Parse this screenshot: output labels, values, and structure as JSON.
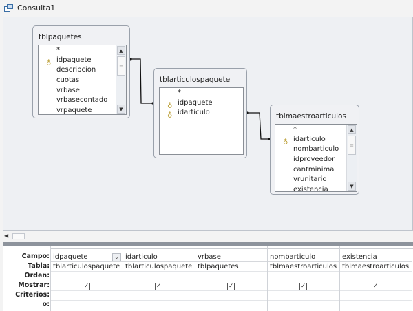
{
  "window": {
    "title": "Consulta1",
    "icon": "query-icon"
  },
  "tables": [
    {
      "name": "tblpaquetes",
      "fields": [
        {
          "name": "*",
          "key": false
        },
        {
          "name": "idpaquete",
          "key": true
        },
        {
          "name": "descripcion",
          "key": false
        },
        {
          "name": "cuotas",
          "key": false
        },
        {
          "name": "vrbase",
          "key": false
        },
        {
          "name": "vrbasecontado",
          "key": false
        },
        {
          "name": "vrpaquete",
          "key": false
        }
      ]
    },
    {
      "name": "tblarticulospaquete",
      "fields": [
        {
          "name": "*",
          "key": false
        },
        {
          "name": "idpaquete",
          "key": true
        },
        {
          "name": "idarticulo",
          "key": true
        }
      ]
    },
    {
      "name": "tblmaestroarticulos",
      "fields": [
        {
          "name": "*",
          "key": false
        },
        {
          "name": "idarticulo",
          "key": true
        },
        {
          "name": "nombarticulo",
          "key": false
        },
        {
          "name": "idproveedor",
          "key": false
        },
        {
          "name": "cantminima",
          "key": false
        },
        {
          "name": "vrunitario",
          "key": false
        },
        {
          "name": "existencia",
          "key": false
        }
      ]
    }
  ],
  "grid": {
    "row_labels": {
      "campo": "Campo:",
      "tabla": "Tabla:",
      "orden": "Orden:",
      "mostrar": "Mostrar:",
      "criterios": "Criterios:",
      "o": "o:"
    },
    "columns": [
      {
        "campo": "idpaquete",
        "tabla": "tblarticulospaquete",
        "mostrar": true
      },
      {
        "campo": "idarticulo",
        "tabla": "tblarticulospaquete",
        "mostrar": true
      },
      {
        "campo": "vrbase",
        "tabla": "tblpaquetes",
        "mostrar": true
      },
      {
        "campo": "nombarticulo",
        "tabla": "tblmaestroarticulos",
        "mostrar": true
      },
      {
        "campo": "existencia",
        "tabla": "tblmaestroarticulos",
        "mostrar": true
      }
    ]
  }
}
